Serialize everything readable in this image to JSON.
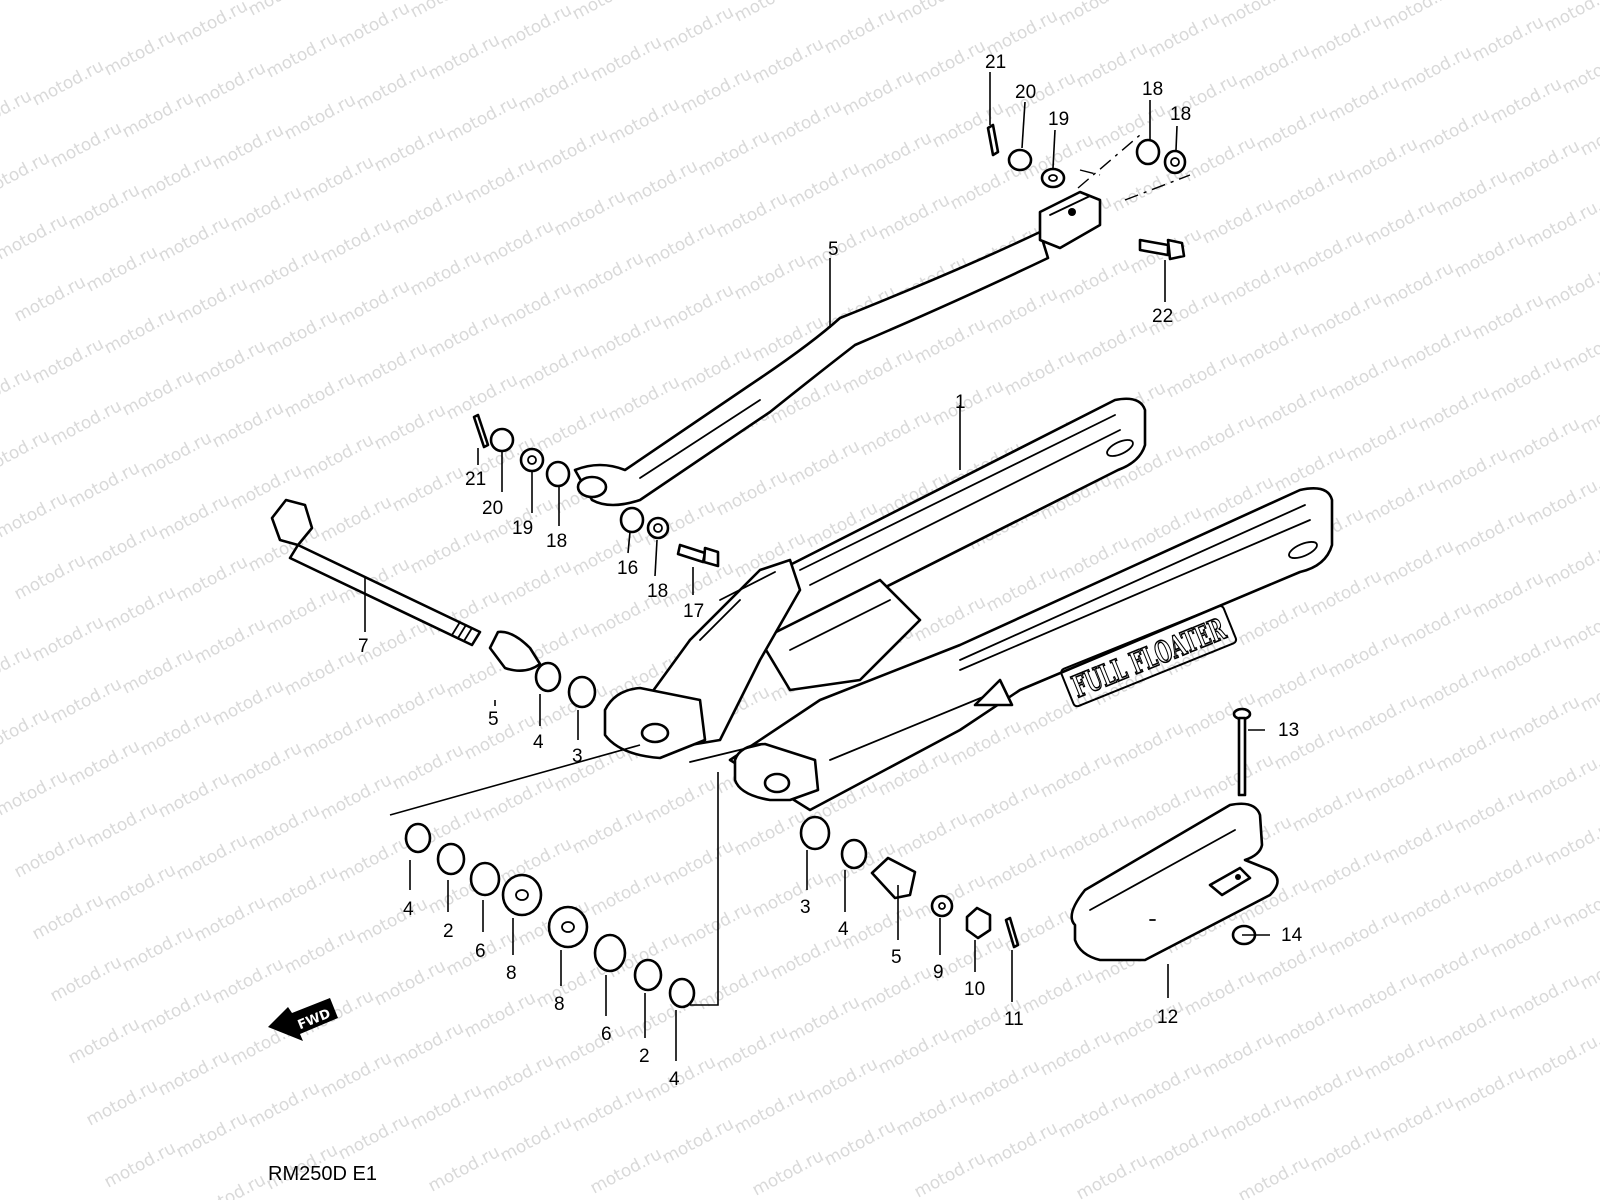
{
  "watermark": {
    "text": "motod.ru"
  },
  "model_code": "RM250D  E1",
  "logo_text": "FULL FLOATER",
  "fwd_label": "FWD",
  "labels": {
    "n1": "1",
    "n5top": "5",
    "n21a": "21",
    "n20a": "20",
    "n19a": "19",
    "n18a": "18",
    "n18b": "18",
    "n22": "22",
    "n21b": "21",
    "n20b": "20",
    "n19b": "19",
    "n18c": "18",
    "n16": "16",
    "n18d": "18",
    "n17": "17",
    "n7": "7",
    "n5a": "5",
    "n4a": "4",
    "n3a": "3",
    "n13": "13",
    "n4b": "4",
    "n2a": "2",
    "n6a": "6",
    "n8a": "8",
    "n8b": "8",
    "n6b": "6",
    "n2b": "2",
    "n4c": "4",
    "n3b": "3",
    "n4d": "4",
    "n5b": "5",
    "n9": "9",
    "n10": "10",
    "n11": "11",
    "n12": "12",
    "n14": "14"
  }
}
